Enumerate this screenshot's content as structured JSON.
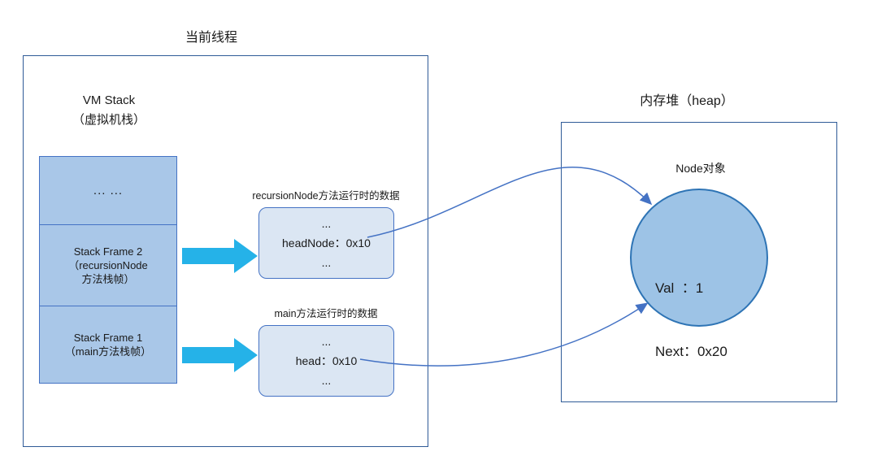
{
  "titles": {
    "thread": "当前线程",
    "heap": "内存堆（heap）"
  },
  "vm_stack": {
    "name_en": "VM Stack",
    "name_zh": "（虚拟机栈）",
    "cells": [
      {
        "lines": [
          "... ..."
        ]
      },
      {
        "lines": [
          "Stack Frame 2",
          "（recursionNode",
          "方法栈帧）"
        ]
      },
      {
        "lines": [
          "Stack Frame 1",
          "（main方法栈帧）"
        ]
      }
    ]
  },
  "data_boxes": [
    {
      "caption": "recursionNode方法运行时的数据",
      "lines": [
        "...",
        "headNode：0x10",
        "..."
      ]
    },
    {
      "caption": "main方法运行时的数据",
      "lines": [
        "...",
        "head：0x10",
        "..."
      ]
    }
  ],
  "heap_node": {
    "label": "Node对象",
    "fields": [
      "Val  ：1",
      "Next：0x20"
    ]
  },
  "colors": {
    "outer_border": "#2f5b97",
    "stack_fill": "#a9c7e8",
    "stack_border": "#4472c4",
    "block_arrow": "#25b2e8",
    "data_box_fill": "#dbe6f3",
    "data_box_border": "#4472c4",
    "circle_fill": "#9dc3e6",
    "circle_border": "#2e74b5",
    "pointer_curve": "#4472c4"
  }
}
